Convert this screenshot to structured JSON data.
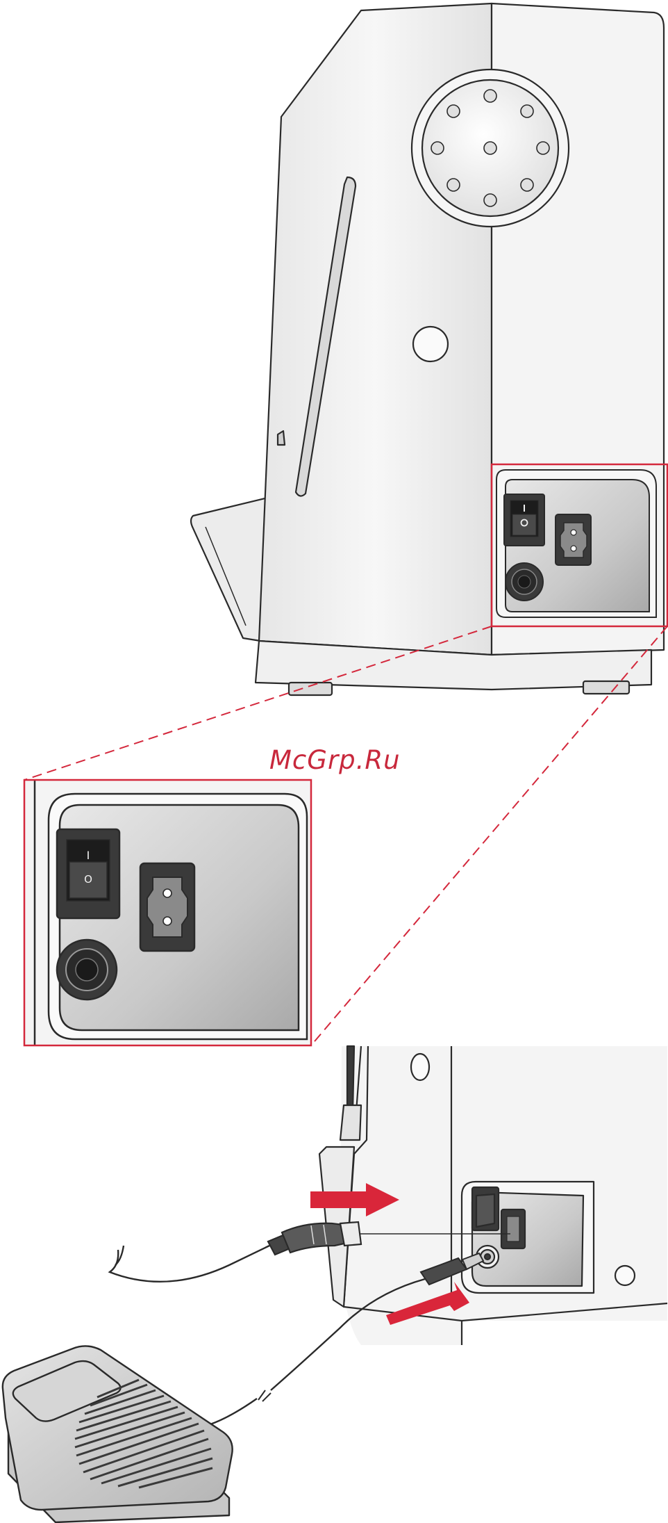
{
  "watermark": {
    "text": "McGrp.Ru"
  },
  "switch": {
    "on_symbol": "I",
    "off_symbol": "O"
  },
  "colors": {
    "highlight": "#d4283c",
    "arrow": "#d9263a",
    "outline": "#2a2a2a",
    "body": "#f2f2f2",
    "body_shade": "#dedede",
    "panel": "#bdbdbd",
    "dark": "#3a3a3a"
  },
  "icons": [
    "power-switch-icon",
    "power-socket-icon",
    "foot-control-socket-icon",
    "foot-control-pedal-icon",
    "red-arrow-icon",
    "handwheel-icon"
  ]
}
